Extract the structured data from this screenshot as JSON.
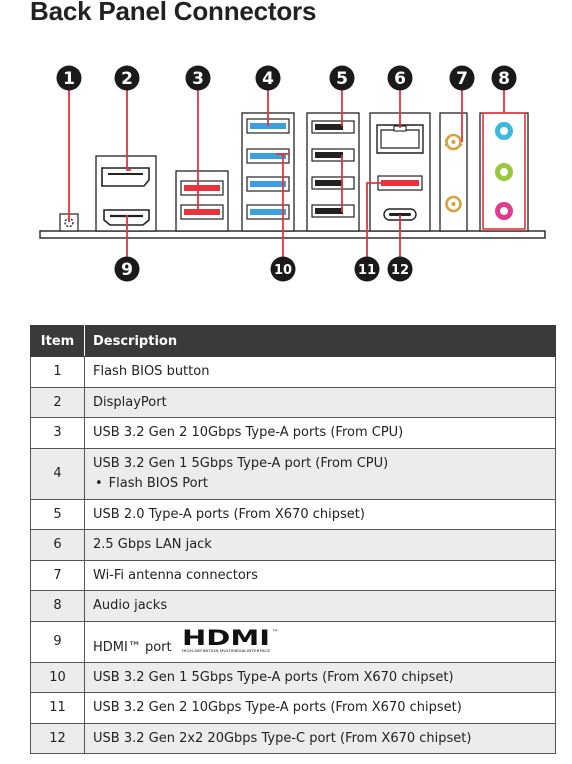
{
  "title": "Back Panel Connectors",
  "badges": [
    "1",
    "2",
    "3",
    "4",
    "5",
    "6",
    "7",
    "8",
    "9",
    "10",
    "11",
    "12"
  ],
  "table": {
    "headers": [
      "Item",
      "Description"
    ],
    "rows": [
      {
        "item": "1",
        "desc": "Flash BIOS button"
      },
      {
        "item": "2",
        "desc": "DisplayPort"
      },
      {
        "item": "3",
        "desc": "USB 3.2 Gen 2 10Gbps Type-A ports (From CPU)"
      },
      {
        "item": "4",
        "desc": "USB 3.2 Gen 1 5Gbps Type-A port (From CPU)",
        "sub": "Flash BIOS Port"
      },
      {
        "item": "5",
        "desc": "USB 2.0 Type-A ports (From X670 chipset)"
      },
      {
        "item": "6",
        "desc": "2.5 Gbps LAN jack"
      },
      {
        "item": "7",
        "desc": "Wi-Fi antenna connectors"
      },
      {
        "item": "8",
        "desc": "Audio jacks"
      },
      {
        "item": "9",
        "desc": "HDMI™ port"
      },
      {
        "item": "10",
        "desc": "USB 3.2 Gen 1 5Gbps Type-A ports (From X670 chipset)"
      },
      {
        "item": "11",
        "desc": "USB 3.2 Gen 2 10Gbps Type-A ports (From X670 chipset)"
      },
      {
        "item": "12",
        "desc": "USB 3.2 Gen 2x2 20Gbps Type-C port (From X670 chipset)"
      }
    ]
  },
  "hdmi_logo": {
    "word": "HDMI",
    "tm": "™",
    "tagline": "HIGH-DEFINITION MULTIMEDIA INTERFACE"
  },
  "colors": {
    "usb_red": "#e8323c",
    "usb_blue": "#3aa0e0",
    "usb_black": "#222222",
    "audio_blue": "#3fb8e0",
    "audio_green": "#9bc83c",
    "audio_pink": "#e03c8c",
    "antenna_gold": "#d6a23a",
    "leader_red": "#e8323c",
    "header_bg": "#3a3a3a"
  }
}
